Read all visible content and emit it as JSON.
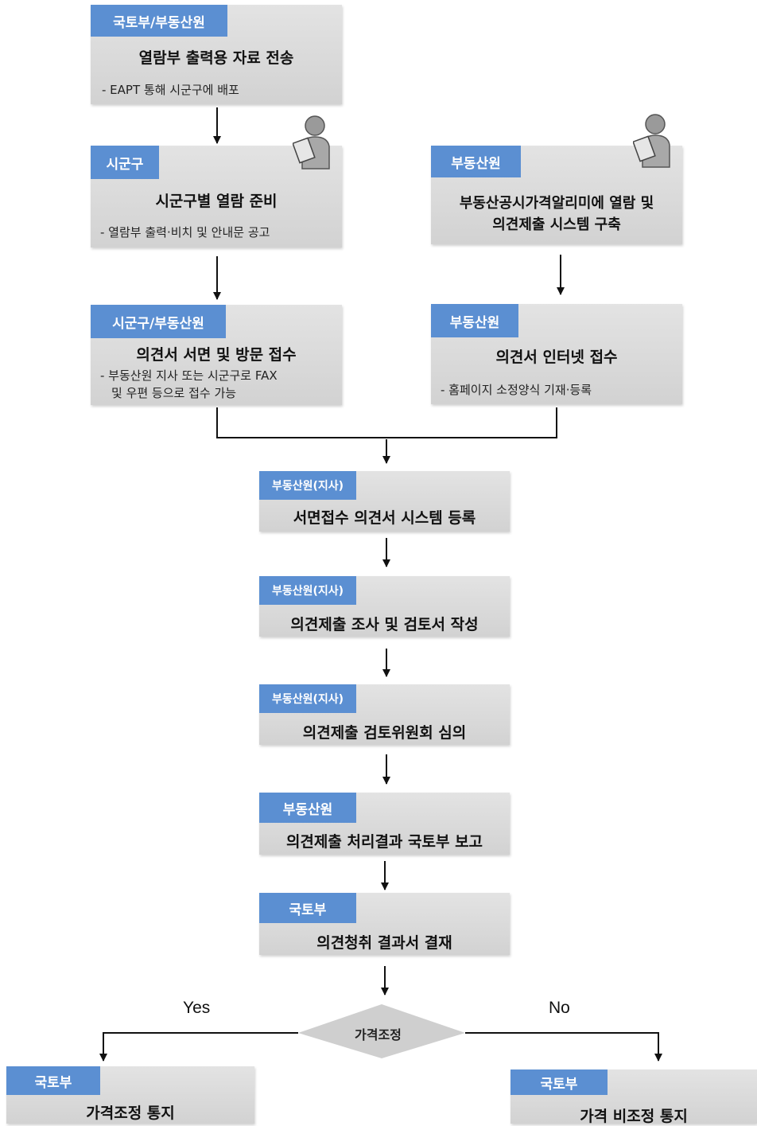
{
  "nodes": {
    "n1": {
      "tag": "국토부/부동산원",
      "title": "열람부 출력용 자료 전송",
      "sub": "- EAPT 통해 시군구에 배포"
    },
    "n2": {
      "tag": "시군구",
      "title": "시군구별 열람 준비",
      "sub": "- 열람부 출력·비치 및 안내문 공고"
    },
    "n3": {
      "tag": "부동산원",
      "title_line1": "부동산공시가격알리미에 열람 및",
      "title_line2": "의견제출 시스템 구축"
    },
    "n4": {
      "tag": "시군구/부동산원",
      "title": "의견서 서면 및 방문 접수",
      "sub_line1": "- 부동산원 지사 또는 시군구로 FAX",
      "sub_line2": "및 우편 등으로 접수 가능"
    },
    "n5": {
      "tag": "부동산원",
      "title": "의견서 인터넷 접수",
      "sub": "- 홈페이지 소정양식 기재·등록"
    },
    "n6": {
      "tag": "부동산원(지사)",
      "title": "서면접수 의견서 시스템 등록"
    },
    "n7": {
      "tag": "부동산원(지사)",
      "title": "의견제출 조사 및 검토서 작성"
    },
    "n8": {
      "tag": "부동산원(지사)",
      "title": "의견제출 검토위원회 심의"
    },
    "n9": {
      "tag": "부동산원",
      "title": "의견제출 처리결과 국토부 보고"
    },
    "n10": {
      "tag": "국토부",
      "title": "의견청취 결과서 결재"
    },
    "decision": {
      "label": "가격조정"
    },
    "yes_label": "Yes",
    "no_label": "No",
    "n11": {
      "tag": "국토부",
      "title": "가격조정 통지"
    },
    "n12": {
      "tag": "국토부",
      "title": "가격 비조정 통지"
    }
  },
  "colors": {
    "tag_blue": "#5b8fd2",
    "box_gray": "#d9d9d9",
    "diamond": "#cfcfcf"
  },
  "icons": [
    "person-reading-icon",
    "person-reading-icon"
  ]
}
